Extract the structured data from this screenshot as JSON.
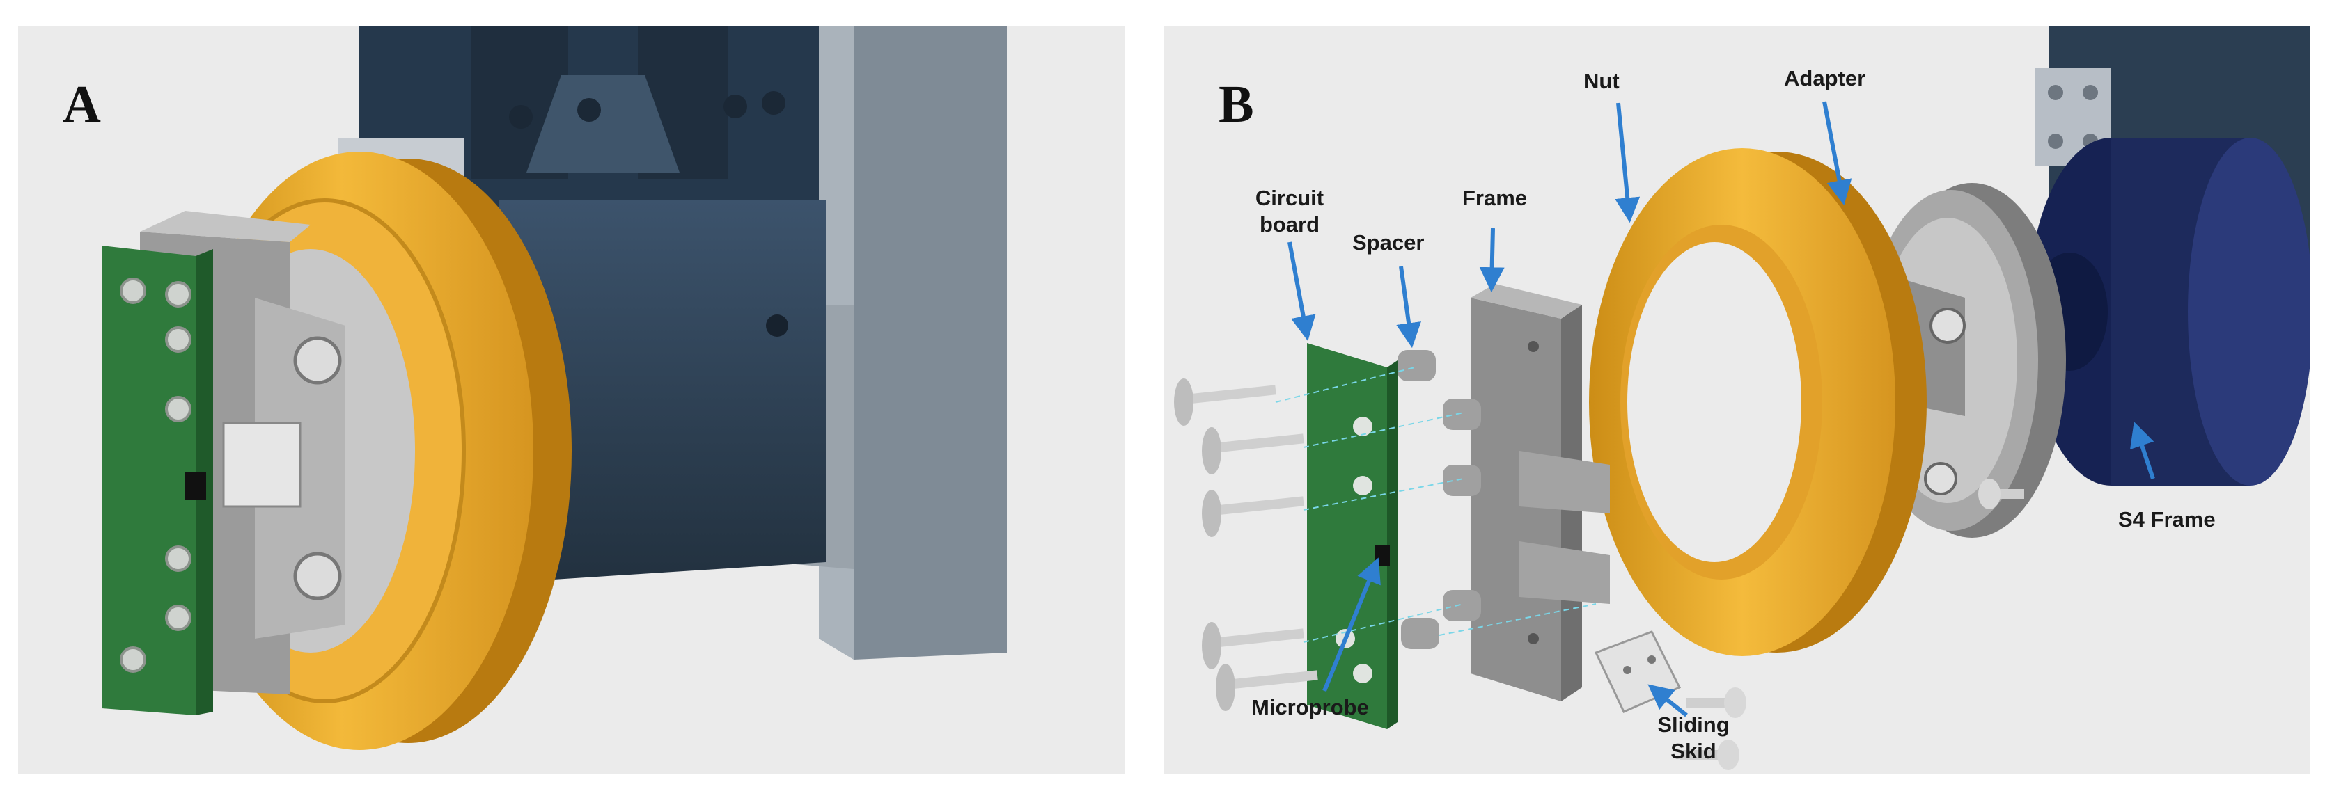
{
  "panels": {
    "a": {
      "letter": "A"
    },
    "b": {
      "letter": "B",
      "labels": {
        "circuit_board": "Circuit\nboard",
        "spacer": "Spacer",
        "frame": "Frame",
        "nut": "Nut",
        "adapter": "Adapter",
        "s4_frame": "S4 Frame",
        "microprobe": "Microprobe",
        "sliding_skid": "Sliding\nSkid"
      }
    }
  },
  "colors": {
    "background": "#ebebeb",
    "nut_gold": "#e9a92c",
    "circuit_green": "#2f7a3c",
    "frame_gray": "#8e8e8e",
    "steel_blue": "#2c3f55",
    "s4_navy": "#1d2a5c",
    "arrow_blue": "#2f7fd0"
  }
}
